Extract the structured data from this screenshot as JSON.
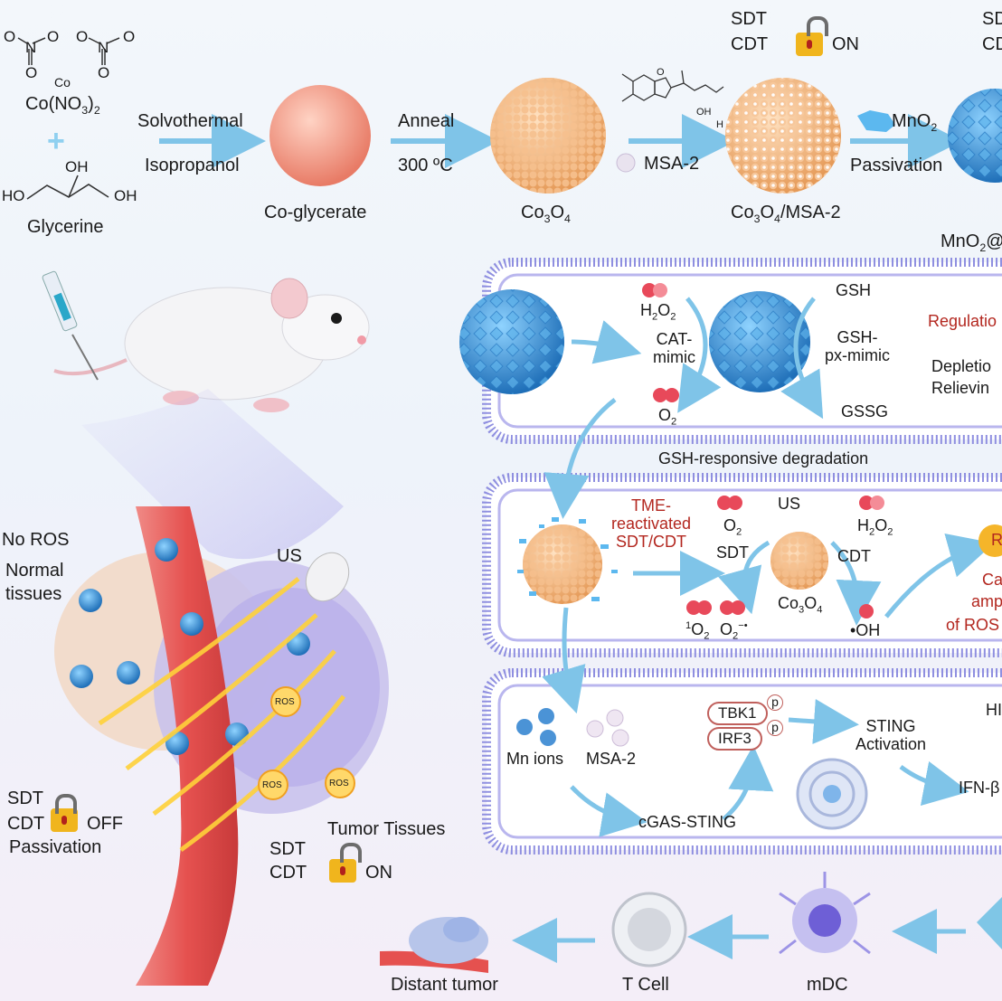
{
  "synthesis": {
    "nitrate_atoms": [
      "O",
      "N",
      "O",
      "O",
      "O",
      "N",
      "O",
      "O"
    ],
    "cobalt_label": "Co",
    "cobalt_nitrate": "Co(NO",
    "cobalt_nitrate_sub": "3",
    "cobalt_nitrate_tail": ")",
    "cobalt_nitrate_sub2": "2",
    "plus": "+",
    "glycerine_oh_top": "OH",
    "glycerine_ho": "HO",
    "glycerine_oh_right": "OH",
    "glycerine": "Glycerine",
    "step1_top": "Solvothermal",
    "step1_bottom": "Isopropanol",
    "co_glycerate": "Co-glycerate",
    "step2_top": "Anneal",
    "step2_bottom": "300 ºC",
    "co3o4_a": "Co",
    "co3o4_s1": "3",
    "co3o4_b": "O",
    "co3o4_s2": "4",
    "msa2_mol_o": "O",
    "msa2_mol_oh": "OH",
    "msa2_mol_h": "H",
    "msa2_step": "MSA-2",
    "complex_a": "Co",
    "complex_s1": "3",
    "complex_b": "O",
    "complex_s2": "4",
    "complex_c": "/MSA-2",
    "lock_top_sdt": "SDT",
    "lock_top_cdt": "CDT",
    "lock_top_on": "ON",
    "mno2_a": "MnO",
    "mno2_s": "2",
    "passivation": "Passivation",
    "edge_sd": "SD",
    "edge_cd": "CD",
    "mno2_at_a": "MnO",
    "mno2_at_s": "2",
    "mno2_at_b": "@"
  },
  "panel1": {
    "h2o2_a": "H",
    "h2o2_s1": "2",
    "h2o2_b": "O",
    "h2o2_s2": "2",
    "cat_mimic": "CAT-\nmimic",
    "o2_a": "O",
    "o2_s": "2",
    "gsh": "GSH",
    "gsh_px": "GSH-\npx-mimic",
    "gssg": "GSSG",
    "regulation": "Regulatio",
    "depletion": "Depletio",
    "relieving": "Relievin"
  },
  "degradation": "GSH-responsive degradation",
  "panel2": {
    "tme": "TME-\nreactivated\nSDT/CDT",
    "o2_a": "O",
    "o2_s": "2",
    "sdt": "SDT",
    "us": "US",
    "h2o2_a": "H",
    "h2o2_s1": "2",
    "h2o2_b": "O",
    "h2o2_s2": "2",
    "cdt": "CDT",
    "singlet_sup": "1",
    "singlet_a": "O",
    "singlet_s": "2",
    "superoxide_a": "O",
    "superoxide_s": "2",
    "superoxide_sup": "−•",
    "co3o4_a": "Co",
    "co3o4_s1": "3",
    "co3o4_b": "O",
    "co3o4_s2": "4",
    "oh": "•OH",
    "edge_r": "R",
    "edge_ca": "Ca",
    "edge_amp": "amp",
    "edge_ros": "of ROS"
  },
  "panel3": {
    "mn_ions": "Mn ions",
    "msa2": "MSA-2",
    "tbk1": "TBK1",
    "irf3": "IRF3",
    "p": "p",
    "sting": "STING\nActivation",
    "edge_hi": "HI",
    "ifn": "IFN-β",
    "cgas": "cGAS-STING"
  },
  "tumor": {
    "no_ros": "No ROS",
    "normal": "Normal\ntissues",
    "us": "US",
    "ros": "ROS",
    "sdt": "SDT",
    "cdt": "CDT",
    "off": "OFF",
    "passivation": "Passivation",
    "tumor_tissues": "Tumor Tissues",
    "sdt2": "SDT",
    "cdt2": "CDT",
    "on": "ON"
  },
  "bottom": {
    "distant": "Distant tumor",
    "tcell": "T Cell",
    "mdc": "mDC"
  },
  "colors": {
    "arrow": "#7fc4e8",
    "membrane": "#8f8fe0",
    "red_text": "#b3271f",
    "lock": "#f0b51d",
    "co3o4": "#f2b07c",
    "mno2": "#3c8fd4",
    "vessel": "#e5514f"
  }
}
